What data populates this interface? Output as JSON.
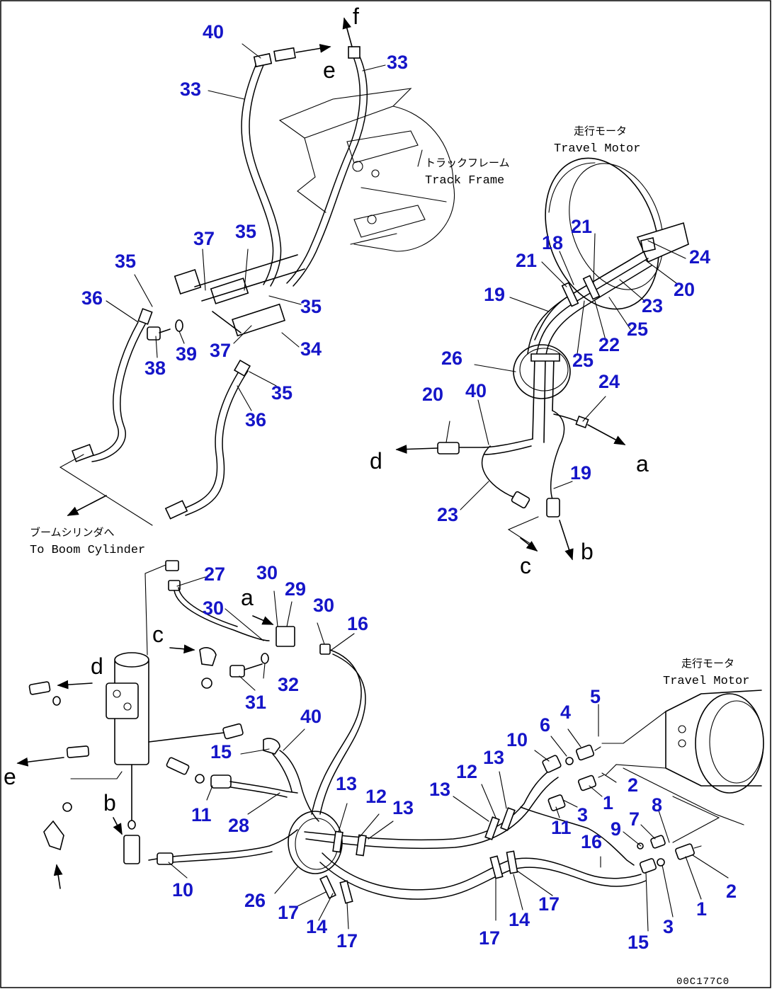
{
  "labels": {
    "travel_motor_jp_right": "走行モータ",
    "travel_motor_en_right": "Travel Motor",
    "track_frame_jp": "トラックフレーム",
    "track_frame_en": "Track Frame",
    "boom_cyl_jp": "ブームシリンダへ",
    "boom_cyl_en": "To Boom Cylinder",
    "travel_motor_jp_bottom": "走行モータ",
    "travel_motor_en_bottom": "Travel Motor",
    "drawing_code": "00C177C0"
  },
  "callouts": [
    {
      "id": "c40a",
      "text": "40"
    },
    {
      "id": "c33a",
      "text": "33"
    },
    {
      "id": "c33b",
      "text": "33"
    },
    {
      "id": "c37a",
      "text": "37"
    },
    {
      "id": "c35a",
      "text": "35"
    },
    {
      "id": "c35b",
      "text": "35"
    },
    {
      "id": "c36a",
      "text": "36"
    },
    {
      "id": "c35c",
      "text": "35"
    },
    {
      "id": "c37b",
      "text": "37"
    },
    {
      "id": "c34",
      "text": "34"
    },
    {
      "id": "c38",
      "text": "38"
    },
    {
      "id": "c39",
      "text": "39"
    },
    {
      "id": "c35d",
      "text": "35"
    },
    {
      "id": "c36b",
      "text": "36"
    },
    {
      "id": "c21a",
      "text": "21"
    },
    {
      "id": "c18",
      "text": "18"
    },
    {
      "id": "c21b",
      "text": "21"
    },
    {
      "id": "c24a",
      "text": "24"
    },
    {
      "id": "c20a",
      "text": "20"
    },
    {
      "id": "c19a",
      "text": "19"
    },
    {
      "id": "c23a",
      "text": "23"
    },
    {
      "id": "c25a",
      "text": "25"
    },
    {
      "id": "c22",
      "text": "22"
    },
    {
      "id": "c26a",
      "text": "26"
    },
    {
      "id": "c25b",
      "text": "25"
    },
    {
      "id": "c24b",
      "text": "24"
    },
    {
      "id": "c20b",
      "text": "20"
    },
    {
      "id": "c40b",
      "text": "40"
    },
    {
      "id": "c19b",
      "text": "19"
    },
    {
      "id": "c23b",
      "text": "23"
    },
    {
      "id": "c27",
      "text": "27"
    },
    {
      "id": "c30a",
      "text": "30"
    },
    {
      "id": "c29",
      "text": "29"
    },
    {
      "id": "c30b",
      "text": "30"
    },
    {
      "id": "c30c",
      "text": "30"
    },
    {
      "id": "c16a",
      "text": "16"
    },
    {
      "id": "c32",
      "text": "32"
    },
    {
      "id": "c31",
      "text": "31"
    },
    {
      "id": "c40c",
      "text": "40"
    },
    {
      "id": "c15a",
      "text": "15"
    },
    {
      "id": "c11a",
      "text": "11"
    },
    {
      "id": "c28",
      "text": "28"
    },
    {
      "id": "c10a",
      "text": "10"
    },
    {
      "id": "c26b",
      "text": "26"
    },
    {
      "id": "c17a",
      "text": "17"
    },
    {
      "id": "c14a",
      "text": "14"
    },
    {
      "id": "c17b",
      "text": "17"
    },
    {
      "id": "c13a",
      "text": "13"
    },
    {
      "id": "c12a",
      "text": "12"
    },
    {
      "id": "c13b",
      "text": "13"
    },
    {
      "id": "c13c",
      "text": "13"
    },
    {
      "id": "c12b",
      "text": "12"
    },
    {
      "id": "c13d",
      "text": "13"
    },
    {
      "id": "c10b",
      "text": "10"
    },
    {
      "id": "c6",
      "text": "6"
    },
    {
      "id": "c4",
      "text": "4"
    },
    {
      "id": "c5",
      "text": "5"
    },
    {
      "id": "c2a",
      "text": "2"
    },
    {
      "id": "c1a",
      "text": "1"
    },
    {
      "id": "c3a",
      "text": "3"
    },
    {
      "id": "c11b",
      "text": "11"
    },
    {
      "id": "c8",
      "text": "8"
    },
    {
      "id": "c7",
      "text": "7"
    },
    {
      "id": "c9",
      "text": "9"
    },
    {
      "id": "c16b",
      "text": "16"
    },
    {
      "id": "c17c",
      "text": "17"
    },
    {
      "id": "c14b",
      "text": "14"
    },
    {
      "id": "c17d",
      "text": "17"
    },
    {
      "id": "c2b",
      "text": "2"
    },
    {
      "id": "c1b",
      "text": "1"
    },
    {
      "id": "c3b",
      "text": "3"
    },
    {
      "id": "c15b",
      "text": "15"
    }
  ],
  "ports": [
    {
      "id": "pf",
      "text": "f"
    },
    {
      "id": "pe_top",
      "text": "e"
    },
    {
      "id": "pd_right",
      "text": "d"
    },
    {
      "id": "pa_right",
      "text": "a"
    },
    {
      "id": "pb_right",
      "text": "b"
    },
    {
      "id": "pc_right",
      "text": "c"
    },
    {
      "id": "pa_left",
      "text": "a"
    },
    {
      "id": "pc_left",
      "text": "c"
    },
    {
      "id": "pd_left",
      "text": "d"
    },
    {
      "id": "pe_left",
      "text": "e"
    },
    {
      "id": "pb_left",
      "text": "b"
    }
  ]
}
